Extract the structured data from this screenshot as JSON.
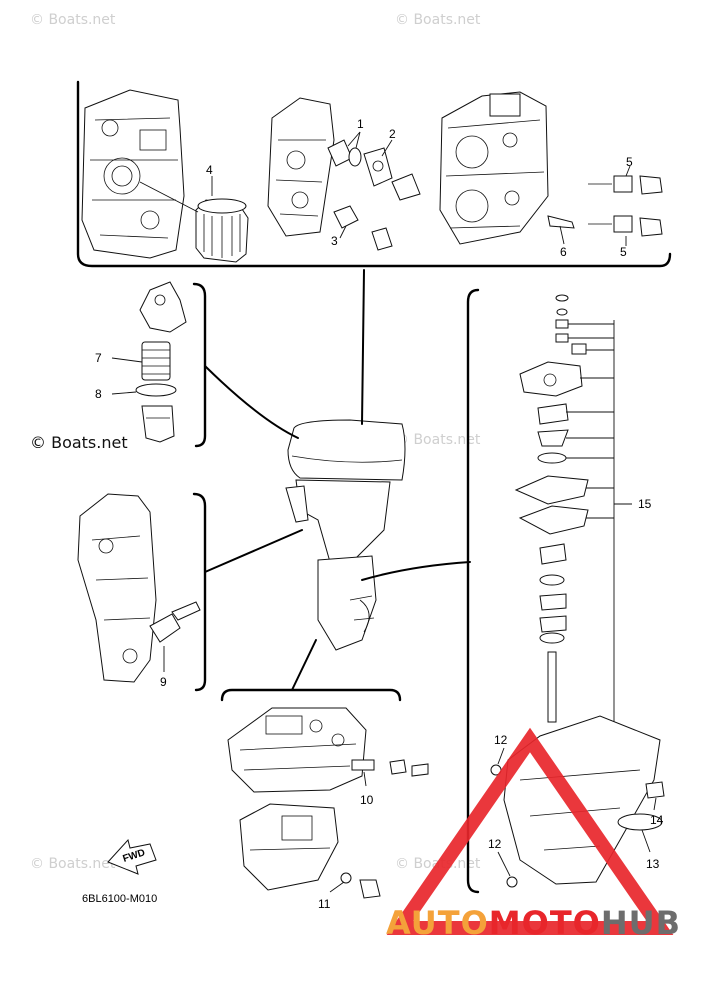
{
  "watermarks": [
    "© Boats.net",
    "© Boats.net",
    "© Boats.net",
    "© Boats.net",
    "© Boats.net",
    "© Boats.net",
    "© Boats.net"
  ],
  "watermark_main": "© Boats.net",
  "callouts": {
    "c1": "1",
    "c2": "2",
    "c3": "3",
    "c4": "4",
    "c5a": "5",
    "c5b": "5",
    "c6": "6",
    "c7": "7",
    "c8": "8",
    "c9": "9",
    "c10": "10",
    "c11": "11",
    "c12a": "12",
    "c12b": "12",
    "c13": "13",
    "c14": "14",
    "c15": "15"
  },
  "diagram_code": "6BL6100-M010",
  "fwd_label": "FWD",
  "logo": {
    "part1": "AUTO",
    "part2": "MOTO",
    "part3": "HUB"
  },
  "colors": {
    "logo_orange": "#f4a23a",
    "logo_gray": "#6d6d6d",
    "logo_red": "#e8262b",
    "bracket": "#000000"
  }
}
